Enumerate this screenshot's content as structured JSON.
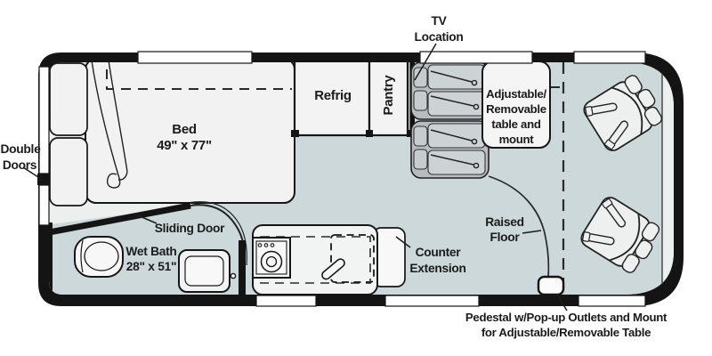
{
  "diagram": {
    "type": "rv-floor-plan",
    "colors": {
      "wall": "#141414",
      "floor_main": "#edefee",
      "floor_raised": "#cdd8da",
      "fixture_white": "#f5f6f5",
      "seat_gray": "#b7bcbf",
      "text": "#1b1b1b"
    },
    "labels": {
      "tv": {
        "line1": "TV",
        "line2": "Location"
      },
      "double_doors": {
        "line1": "Double",
        "line2": "Doors"
      },
      "bed": {
        "name": "Bed",
        "size": "49\" x 77\""
      },
      "refrig": "Refrig",
      "pantry": "Pantry",
      "table_mount": {
        "line1": "Adjustable/",
        "line2": "Removable",
        "line3": "table and",
        "line4": "mount"
      },
      "sliding_door": "Sliding Door",
      "wet_bath": {
        "name": "Wet Bath",
        "size": "28\" x 51\""
      },
      "counter_extension": {
        "line1": "Counter",
        "line2": "Extension"
      },
      "raised_floor": {
        "line1": "Raised",
        "line2": "Floor"
      },
      "pedestal": {
        "line1": "Pedestal w/Pop-up Outlets and Mount",
        "line2": "for Adjustable/Removable Table"
      }
    }
  }
}
